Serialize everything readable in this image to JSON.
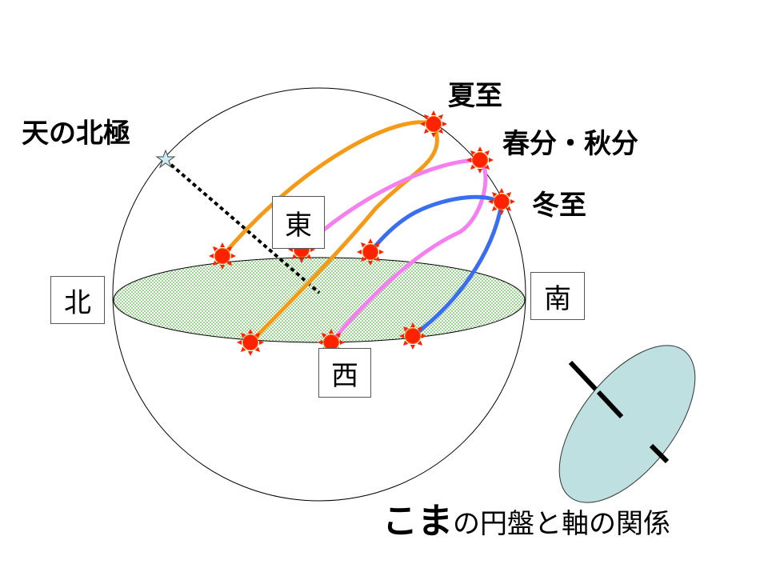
{
  "labels": {
    "celestial_pole": "天の北極",
    "summer_solstice": "夏至",
    "equinox": "春分・秋分",
    "winter_solstice": "冬至"
  },
  "directions": {
    "east": "東",
    "west": "西",
    "north": "北",
    "south": "南"
  },
  "caption": {
    "emphasis": "こま",
    "rest": "の円盤と軸の関係"
  },
  "colors": {
    "summer_path": "#f59a16",
    "equinox_path": "#f57ef0",
    "winter_path": "#3a6ef0",
    "horizon_fill": "#5ab84a",
    "sun": "#ff2200",
    "top_disc": "#bfe0e0"
  }
}
